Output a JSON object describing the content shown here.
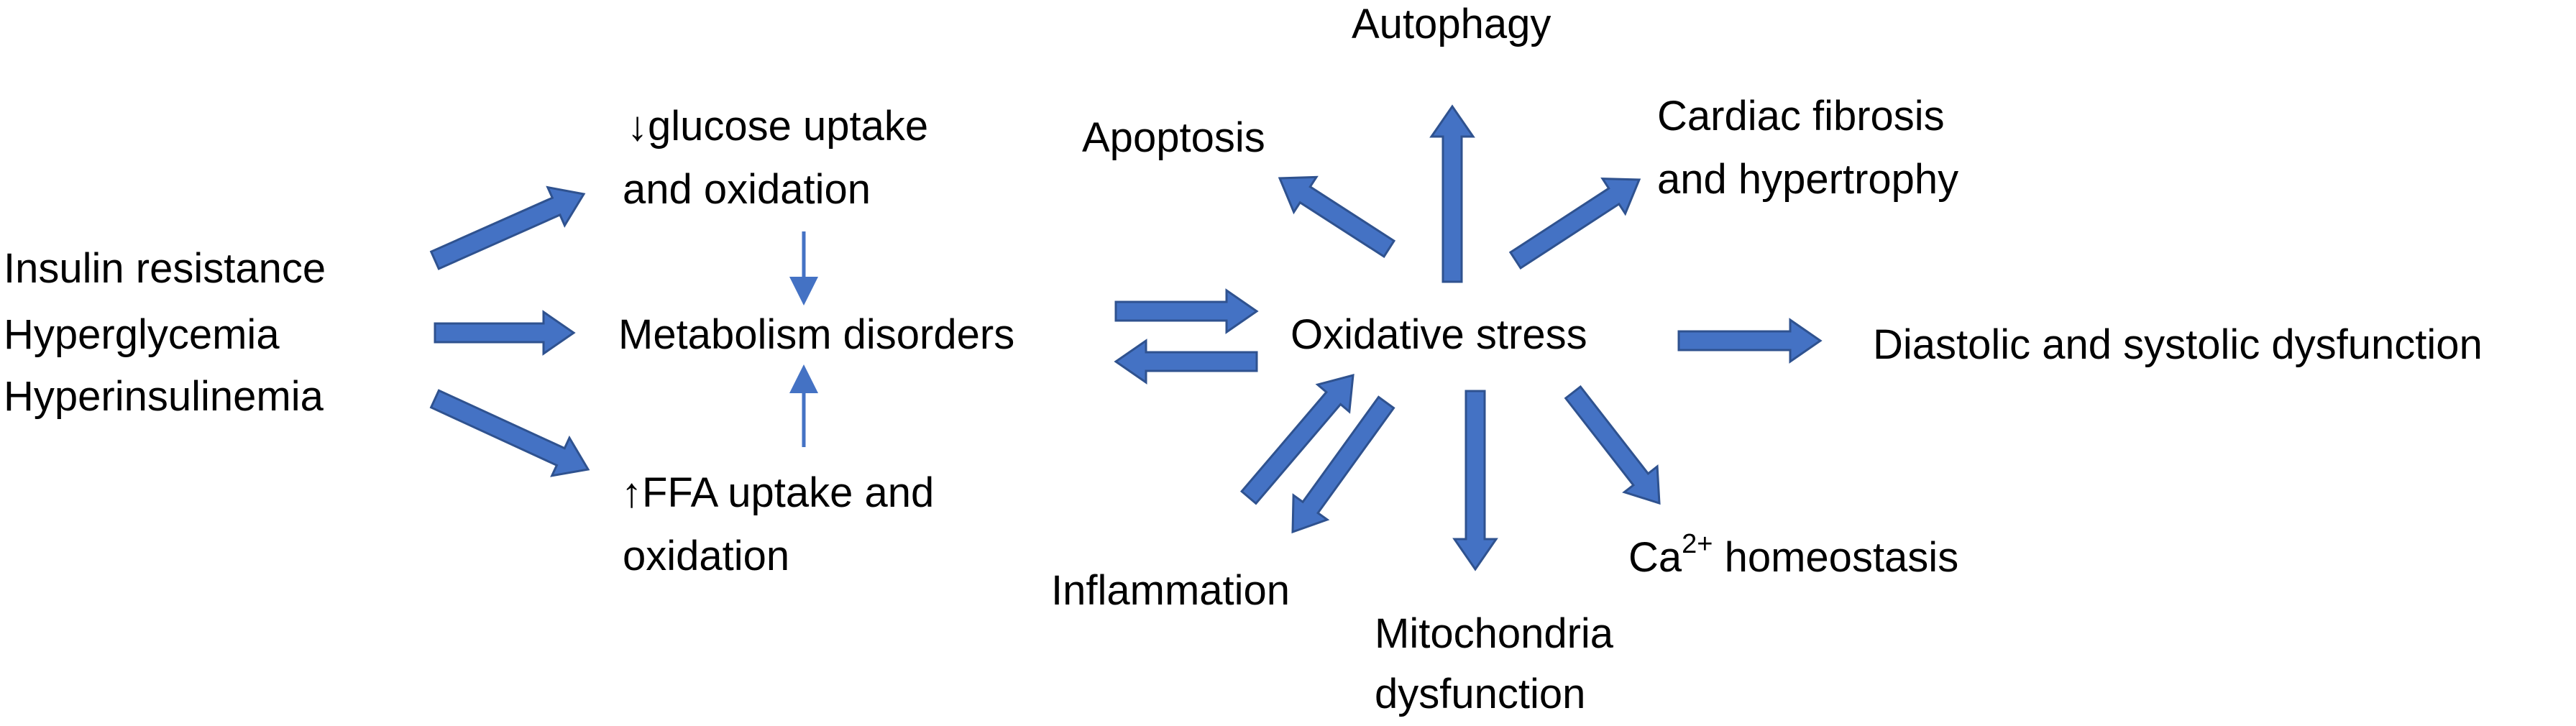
{
  "colors": {
    "arrow_fill": "#4472C4",
    "arrow_stroke": "#2F528F",
    "thin_arrow": "#4472C4"
  },
  "left": {
    "line1": "Insulin resistance",
    "line2": "Hyperglycemia",
    "line3": "Hyperinsulinemia"
  },
  "glucose": {
    "line1": "↓glucose uptake",
    "line2": "and oxidation"
  },
  "metabolism": "Metabolism disorders",
  "ffa": {
    "line1": "↑FFA uptake and",
    "line2": "oxidation"
  },
  "oxidative": "Oxidative stress",
  "autophagy": "Autophagy",
  "apoptosis": "Apoptosis",
  "fibrosis": {
    "line1": "Cardiac fibrosis",
    "line2": "and hypertrophy"
  },
  "diastolic": "Diastolic and systolic dysfunction",
  "calcium": {
    "prefix": "Ca",
    "sup": "2+",
    "suffix": " homeostasis"
  },
  "inflammation": "Inflammation",
  "mitochondria": {
    "line1": "Mitochondria",
    "line2": "dysfunction"
  }
}
